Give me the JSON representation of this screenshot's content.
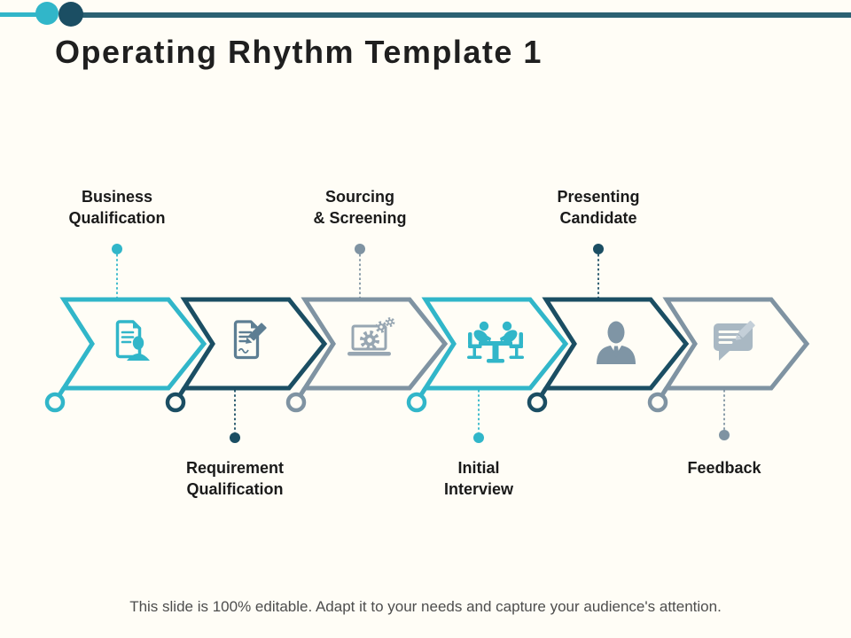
{
  "slide": {
    "title": "Operating Rhythm Template 1",
    "footer": "This slide is 100% editable. Adapt it to your needs and capture your audience's attention."
  },
  "colors": {
    "background": "#fffdf6",
    "teal": "#31b6c9",
    "navy": "#1b4e63",
    "gray": "#7f93a2",
    "slate": "#5d7e93",
    "icon-gray": "#97a6b2",
    "person-gray": "#7f95a5",
    "light": "#a9b8c3",
    "lighter": "#c4cfd8",
    "line-dark": "#2b6173",
    "title-text": "#1f1f1f",
    "label-text": "#1a1a1a",
    "footer-text": "#4d4d4d"
  },
  "steps": [
    {
      "label": "Business Qualification",
      "lines": [
        "Business",
        "Qualification"
      ],
      "position": "top",
      "color": "teal",
      "icon": "resume-icon"
    },
    {
      "label": "Requirement Qualification",
      "lines": [
        "Requirement",
        "Qualification"
      ],
      "position": "bottom",
      "color": "navy",
      "icon": "document-edit-icon"
    },
    {
      "label": "Sourcing & Screening",
      "lines": [
        "Sourcing",
        "& Screening"
      ],
      "position": "top",
      "color": "gray",
      "icon": "laptop-gears-icon"
    },
    {
      "label": "Initial Interview",
      "lines": [
        "Initial",
        "Interview"
      ],
      "position": "bottom",
      "color": "teal",
      "icon": "interview-icon"
    },
    {
      "label": "Presenting Candidate",
      "lines": [
        "Presenting",
        "Candidate"
      ],
      "position": "top",
      "color": "navy",
      "icon": "person-icon"
    },
    {
      "label": "Feedback",
      "lines": [
        "Feedback"
      ],
      "position": "bottom",
      "color": "gray",
      "icon": "chat-edit-icon"
    }
  ]
}
